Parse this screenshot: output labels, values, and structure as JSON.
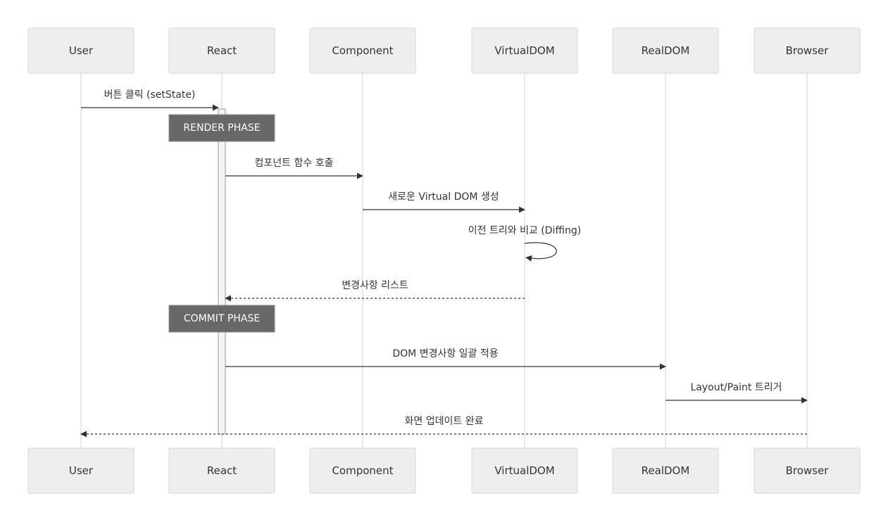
{
  "actors": [
    {
      "id": "user",
      "label": "User"
    },
    {
      "id": "react",
      "label": "React"
    },
    {
      "id": "component",
      "label": "Component"
    },
    {
      "id": "virtualdom",
      "label": "VirtualDOM"
    },
    {
      "id": "realdom",
      "label": "RealDOM"
    },
    {
      "id": "browser",
      "label": "Browser"
    }
  ],
  "phases": [
    {
      "id": "render-phase",
      "label": "RENDER PHASE",
      "over": "react"
    },
    {
      "id": "commit-phase",
      "label": "COMMIT PHASE",
      "over": "react"
    }
  ],
  "messages": [
    {
      "id": "click",
      "from": "user",
      "to": "react",
      "label": "버튼 클릭 (setState)",
      "style": "solid"
    },
    {
      "id": "call-component",
      "from": "react",
      "to": "component",
      "label": "컴포넌트 함수 호출",
      "style": "solid"
    },
    {
      "id": "create-vdom",
      "from": "component",
      "to": "virtualdom",
      "label": "새로운 Virtual DOM 생성",
      "style": "solid"
    },
    {
      "id": "diffing",
      "from": "virtualdom",
      "to": "virtualdom",
      "label": "이전 트리와 비교 (Diffing)",
      "style": "solid"
    },
    {
      "id": "change-list",
      "from": "virtualdom",
      "to": "react",
      "label": "변경사항 리스트",
      "style": "dashed"
    },
    {
      "id": "apply-dom",
      "from": "react",
      "to": "realdom",
      "label": "DOM 변경사항 일괄 적용",
      "style": "solid"
    },
    {
      "id": "layout-paint",
      "from": "realdom",
      "to": "browser",
      "label": "Layout/Paint 트리거",
      "style": "solid"
    },
    {
      "id": "update-done",
      "from": "browser",
      "to": "user",
      "label": "화면 업데이트 완료",
      "style": "dashed"
    }
  ]
}
